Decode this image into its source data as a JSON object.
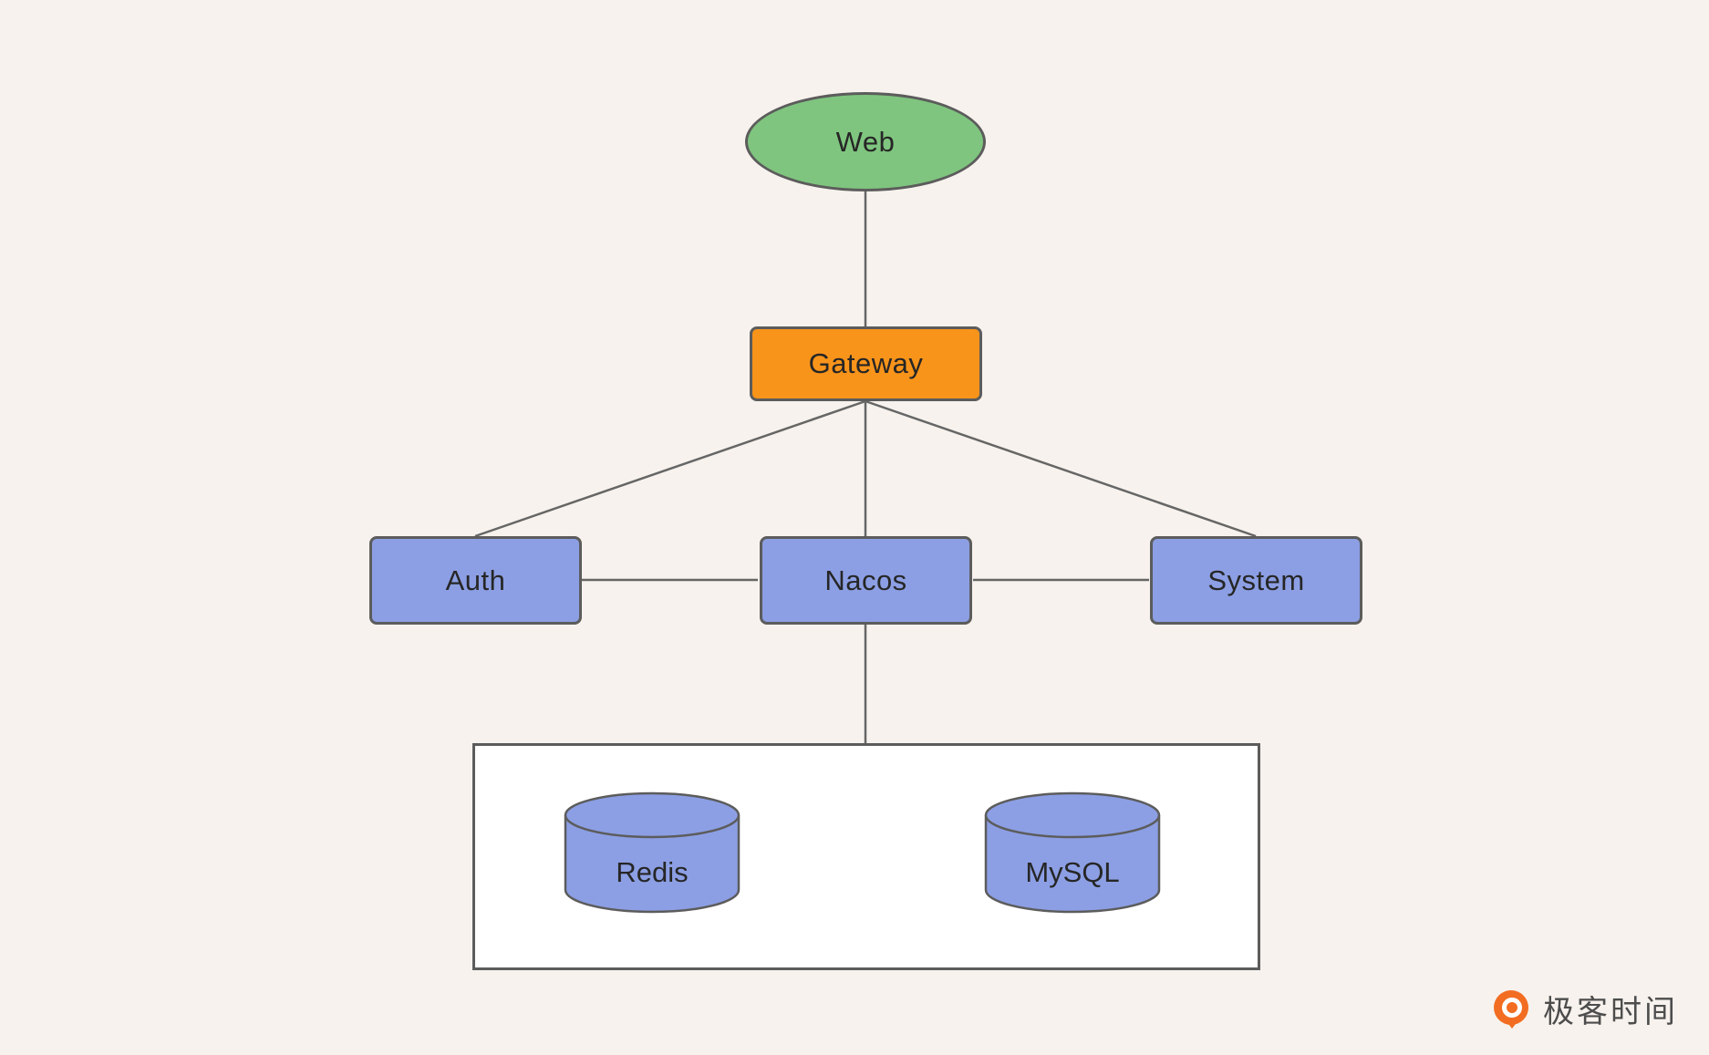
{
  "background_color": "#F7F2ED",
  "diagram": {
    "line_color": "#666666",
    "border_color": "#5c5c5c",
    "nodes": {
      "web": {
        "label": "Web",
        "shape": "ellipse",
        "fill": "#7FC57F"
      },
      "gateway": {
        "label": "Gateway",
        "shape": "rect",
        "fill": "#F9941A"
      },
      "auth": {
        "label": "Auth",
        "shape": "rect",
        "fill": "#8C9FE4"
      },
      "nacos": {
        "label": "Nacos",
        "shape": "rect",
        "fill": "#8C9FE4"
      },
      "system": {
        "label": "System",
        "shape": "rect",
        "fill": "#8C9FE4"
      },
      "redis": {
        "label": "Redis",
        "shape": "cylinder",
        "fill": "#8C9FE4"
      },
      "mysql": {
        "label": "MySQL",
        "shape": "cylinder",
        "fill": "#8C9FE4"
      },
      "datastore_group": {
        "label": "",
        "shape": "container",
        "fill": "#FFFFFF"
      }
    },
    "edges": [
      {
        "from": "web",
        "to": "gateway"
      },
      {
        "from": "gateway",
        "to": "auth"
      },
      {
        "from": "gateway",
        "to": "nacos"
      },
      {
        "from": "gateway",
        "to": "system"
      },
      {
        "from": "auth",
        "to": "nacos"
      },
      {
        "from": "nacos",
        "to": "system"
      },
      {
        "from": "nacos",
        "to": "datastore_group"
      }
    ]
  },
  "watermark": {
    "text": "极客时间",
    "brand_color": "#F26D21"
  }
}
